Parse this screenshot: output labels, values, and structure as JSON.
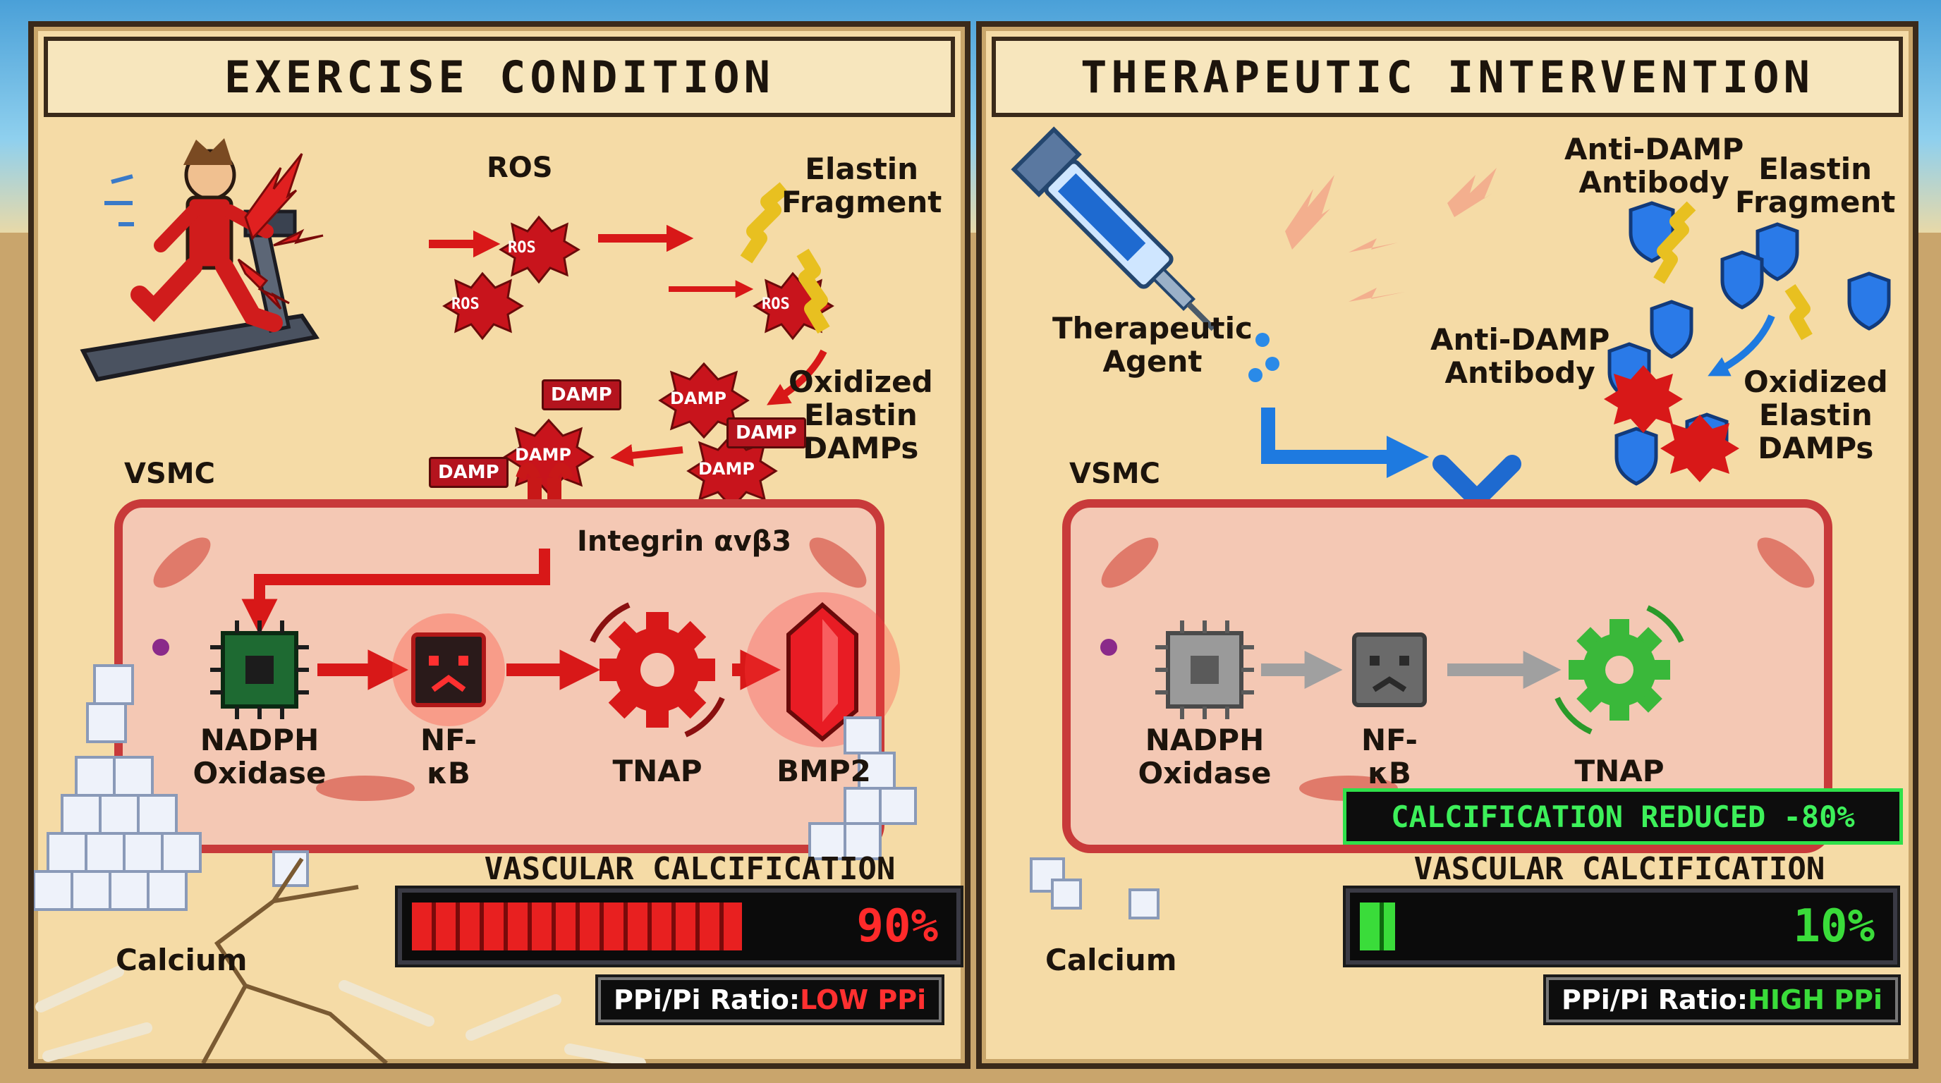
{
  "left": {
    "title": "EXERCISE CONDITION",
    "labels": {
      "ros": "ROS",
      "ros_chip": "ROS",
      "elastin_fragment_line1": "Elastin",
      "elastin_fragment_line2": "Fragment",
      "oxidized_line1": "Oxidized",
      "oxidized_line2": "Elastin",
      "oxidized_line3": "DAMPs",
      "damp": "DAMP",
      "vsmc": "VSMC",
      "integrin": "Integrin αvβ3",
      "nadph_line1": "NADPH",
      "nadph_line2": "Oxidase",
      "nfkb": "NF-κB",
      "tnap": "TNAP",
      "bmp2": "BMP2",
      "calcium": "Calcium"
    },
    "calcification": {
      "title": "VASCULAR CALCIFICATION",
      "percent_label": "90%",
      "level": 0.9,
      "ratio_prefix": "PPi/Pi Ratio: ",
      "ratio_value": "LOW PPi"
    }
  },
  "right": {
    "title": "THERAPEUTIC INTERVENTION",
    "labels": {
      "antidamp_top_line1": "Anti-DAMP",
      "antidamp_top_line2": "Antibody",
      "elastin_fragment_line1": "Elastin",
      "elastin_fragment_line2": "Fragment",
      "therapeutic_line1": "Therapeutic",
      "therapeutic_line2": "Agent",
      "antidamp_mid_line1": "Anti-DAMP",
      "antidamp_mid_line2": "Antibody",
      "oxidized_line1": "Oxidized",
      "oxidized_line2": "Elastin",
      "oxidized_line3": "DAMPs",
      "vsmc": "VSMC",
      "nadph_line1": "NADPH",
      "nadph_line2": "Oxidase",
      "nfkb": "NF-κB",
      "tnap": "TNAP",
      "calcium": "Calcium"
    },
    "reduced_banner": "CALCIFICATION REDUCED -80%",
    "calcification": {
      "title": "VASCULAR CALCIFICATION",
      "percent_label": "10%",
      "level": 0.1,
      "ratio_prefix": "PPi/Pi Ratio: ",
      "ratio_value": "HIGH PPi"
    }
  },
  "colors": {
    "danger": "#e82020",
    "therapy": "#1e7ae0",
    "ok": "#3adc3a",
    "panel": "#f5dba6"
  }
}
